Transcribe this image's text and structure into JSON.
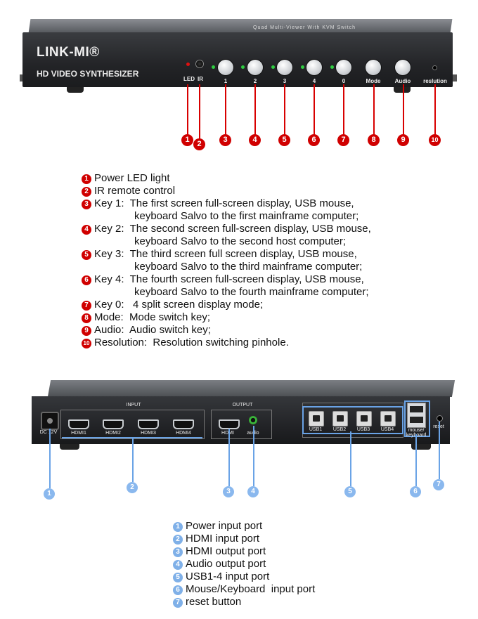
{
  "front": {
    "brand": "LINK-MI®",
    "subtitle": "HD VIDEO SYNTHESIZER",
    "top_text": "Quad Multi-Viewer With KVM Switch",
    "labels": {
      "led": "LED",
      "ir": "IR",
      "k1": "1",
      "k2": "2",
      "k3": "3",
      "k4": "4",
      "k0": "0",
      "mode": "Mode",
      "audio": "Audio",
      "res": "reslution"
    },
    "numbers": [
      "1",
      "2",
      "3",
      "4",
      "5",
      "6",
      "7",
      "8",
      "9",
      "10"
    ]
  },
  "front_legend": [
    {
      "num": "1",
      "lines": [
        "Power LED light"
      ]
    },
    {
      "num": "2",
      "lines": [
        "IR remote control"
      ]
    },
    {
      "num": "3",
      "lines": [
        "Key 1:  The first screen full-screen display, USB mouse,",
        "keyboard Salvo to the first mainframe computer;"
      ]
    },
    {
      "num": "4",
      "lines": [
        "Key 2:  The second screen full-screen display, USB mouse,",
        "keyboard Salvo to the second host computer;"
      ]
    },
    {
      "num": "5",
      "lines": [
        "Key 3:  The third screen full screen display, USB mouse,",
        "keyboard Salvo to the third mainframe computer;"
      ]
    },
    {
      "num": "6",
      "lines": [
        "Key 4:  The fourth screen full-screen display, USB mouse,",
        "keyboard Salvo to the fourth mainframe computer;"
      ]
    },
    {
      "num": "7",
      "lines": [
        "Key 0:   4 split screen display mode;"
      ]
    },
    {
      "num": "8",
      "lines": [
        "Mode:  Mode switch key;"
      ]
    },
    {
      "num": "9",
      "lines": [
        "Audio:  Audio switch key;"
      ]
    },
    {
      "num": "10",
      "lines": [
        "Resolution:  Resolution switching pinhole."
      ]
    }
  ],
  "back": {
    "dc": "DC 12V",
    "input": "INPUT",
    "output": "OUTPUT",
    "hdmi_in": [
      "HDMI1",
      "HDMI2",
      "HDMI3",
      "HDMI4"
    ],
    "hdmi_out": "HDMI",
    "audio": "audio",
    "usb": [
      "USB1",
      "USB2",
      "USB3",
      "USB4"
    ],
    "mk": "mouse/ keyboard",
    "reset": "reset",
    "numbers": [
      "1",
      "2",
      "3",
      "4",
      "5",
      "6",
      "7"
    ]
  },
  "back_legend": [
    {
      "num": "1",
      "text": "Power input port"
    },
    {
      "num": "2",
      "text": "HDMI input port"
    },
    {
      "num": "3",
      "text": "HDMI output port"
    },
    {
      "num": "4",
      "text": "Audio output port"
    },
    {
      "num": "5",
      "text": "USB1-4 input port"
    },
    {
      "num": "6",
      "text": "Mouse/Keyboard  input port"
    },
    {
      "num": "7",
      "text": "reset button"
    }
  ],
  "colors": {
    "red": "#d00000",
    "blue": "#6aa3e6",
    "green_led": "#2ecc40",
    "red_led": "#e01010"
  }
}
